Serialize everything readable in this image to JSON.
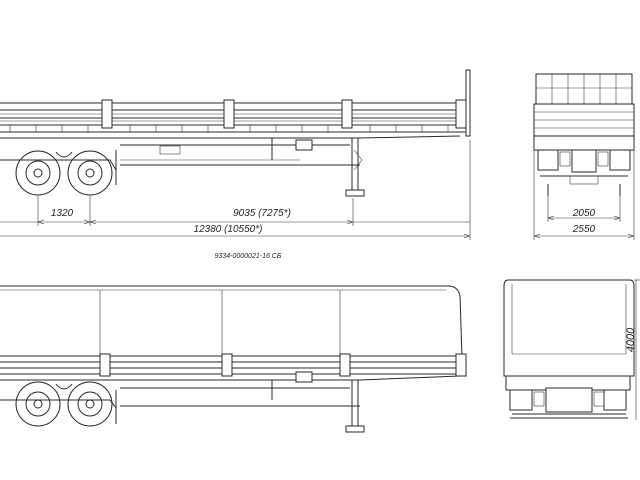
{
  "drawing": {
    "doc_number": "9334-0000021-16 СБ",
    "dimensions": {
      "axle_spacing": "1320",
      "wheelbase": "9035 (7275*)",
      "overall_length": "12380 (10550*)",
      "track_width": "2050",
      "overall_width": "2550",
      "overall_height": "4000"
    }
  }
}
